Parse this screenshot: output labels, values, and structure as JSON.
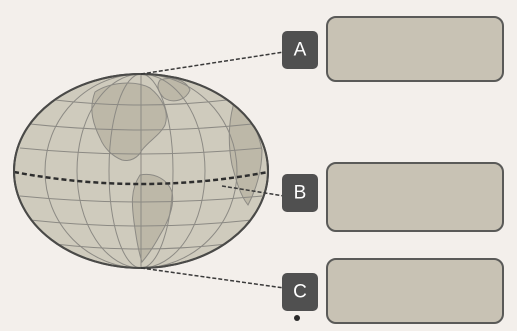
{
  "diagram": {
    "labels": [
      {
        "id": "a",
        "text": "A",
        "points_to": "north-pole"
      },
      {
        "id": "b",
        "text": "B",
        "points_to": "equator"
      },
      {
        "id": "c",
        "text": "C",
        "points_to": "south-pole"
      }
    ],
    "answer_boxes": [
      {
        "id": "a",
        "text": ""
      },
      {
        "id": "b",
        "text": ""
      },
      {
        "id": "c",
        "text": ""
      }
    ]
  },
  "colors": {
    "background": "#f3efeb",
    "globe_fill": "#cfcbbd",
    "globe_land": "#bdb8a8",
    "grid_lines": "#8c8a84",
    "outline": "#4a4a48",
    "label_fill": "#505050",
    "box_fill": "#c8c2b4",
    "box_border": "#5a5a58"
  }
}
